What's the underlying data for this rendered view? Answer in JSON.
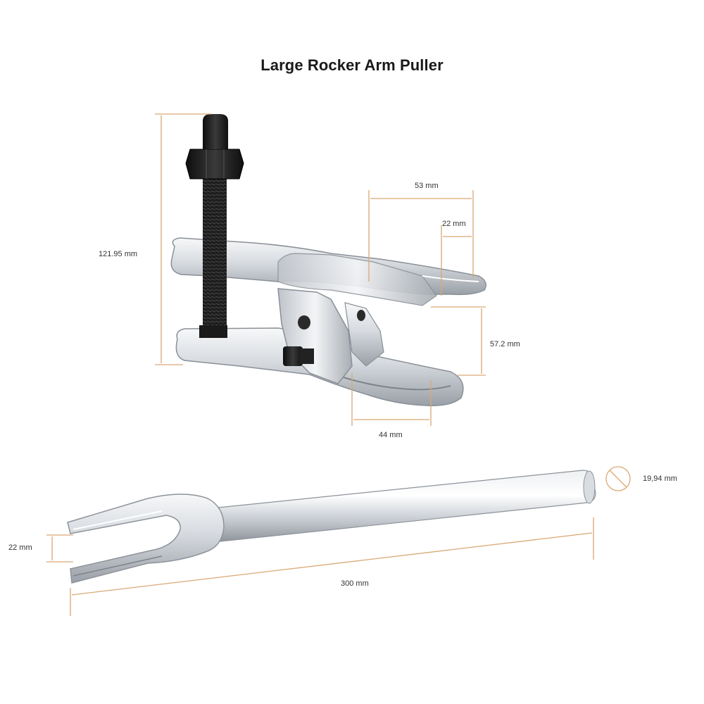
{
  "title": "Large Rocker Arm Puller",
  "colors": {
    "dimension_line": "#d9a875",
    "steel_light": "#f2f4f6",
    "steel_mid": "#c9cdd2",
    "steel_dark": "#8f959c",
    "black_steel": "#1b1b1b"
  },
  "puller": {
    "icon": "ball-joint-puller-image",
    "dimensions": {
      "height": "121.95 mm",
      "jaw_length": "53 mm",
      "jaw_opening": "22 mm",
      "jaw_gap": "57.2 mm",
      "lower_jaw": "44 mm"
    }
  },
  "fork": {
    "icon": "pickle-fork-separator-image",
    "dimensions": {
      "diameter": "19,94 mm",
      "tine_gap": "22 mm",
      "length": "300 mm"
    }
  }
}
